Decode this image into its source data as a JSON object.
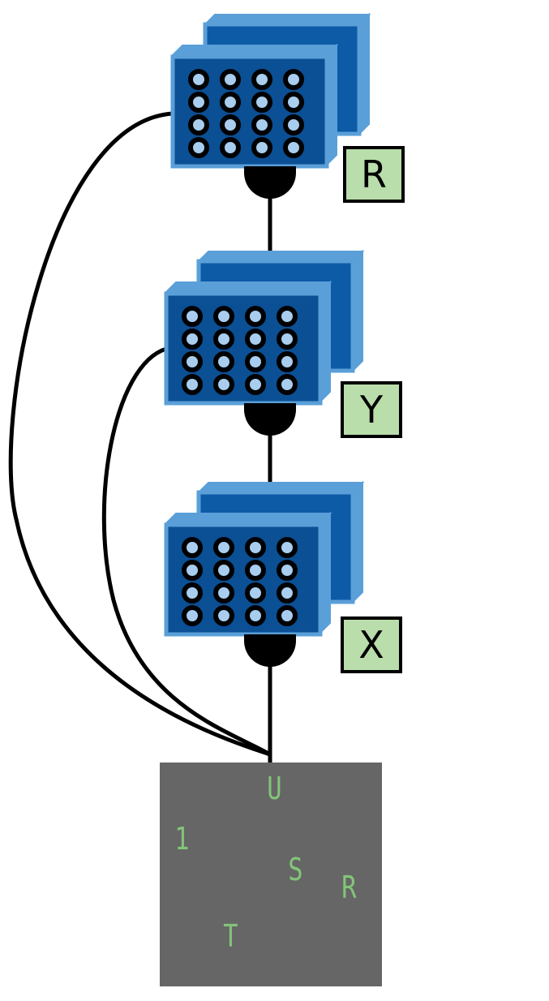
{
  "colors": {
    "block_fill": "#0b4f94",
    "block_edge": "#5a9fd8",
    "block_back": "#0d5aa6",
    "neuron_ring": "#000000",
    "neuron_fill": "#a9cdee",
    "label_fill": "#b9ddab",
    "scene_bg": "#666666",
    "scene_text": "#86d07a",
    "line": "#000000"
  },
  "layers": [
    {
      "label": "R"
    },
    {
      "label": "Y"
    },
    {
      "label": "X"
    }
  ],
  "scene": {
    "characters": [
      {
        "char": "U"
      },
      {
        "char": "1"
      },
      {
        "char": "S"
      },
      {
        "char": "R"
      },
      {
        "char": "T"
      }
    ]
  }
}
